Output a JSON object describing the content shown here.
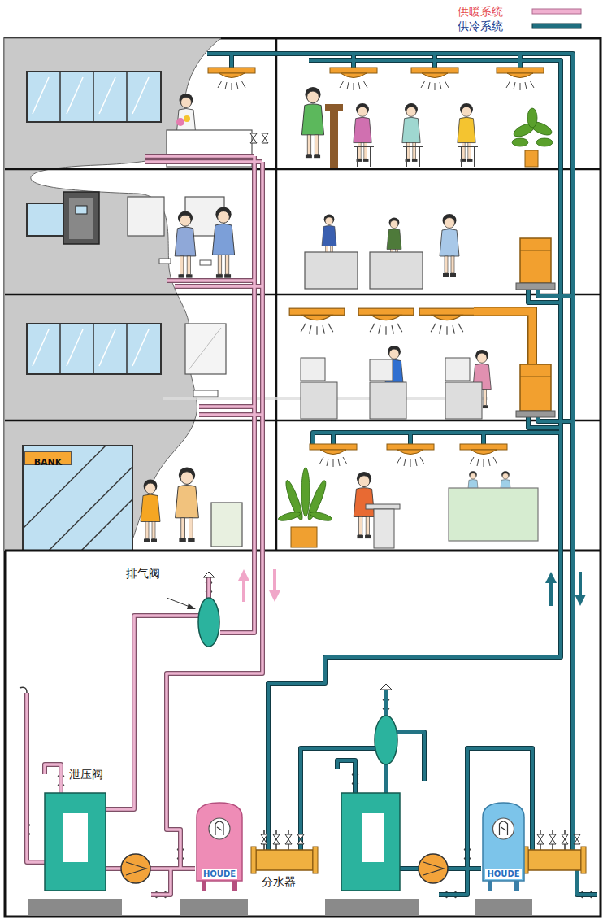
{
  "diagram": {
    "nodes": [
      {
        "text": [
          "BANK"
        ]
      },
      {
        "text": [
          "HOUDE"
        ]
      },
      {
        "text": [
          "HOUDE"
        ]
      }
    ],
    "labels": [
      "排气阀",
      "泄压阀",
      "分水器"
    ],
    "legend": [
      {
        "text": "供暖系统"
      },
      {
        "text": "供冷系统"
      }
    ]
  }
}
